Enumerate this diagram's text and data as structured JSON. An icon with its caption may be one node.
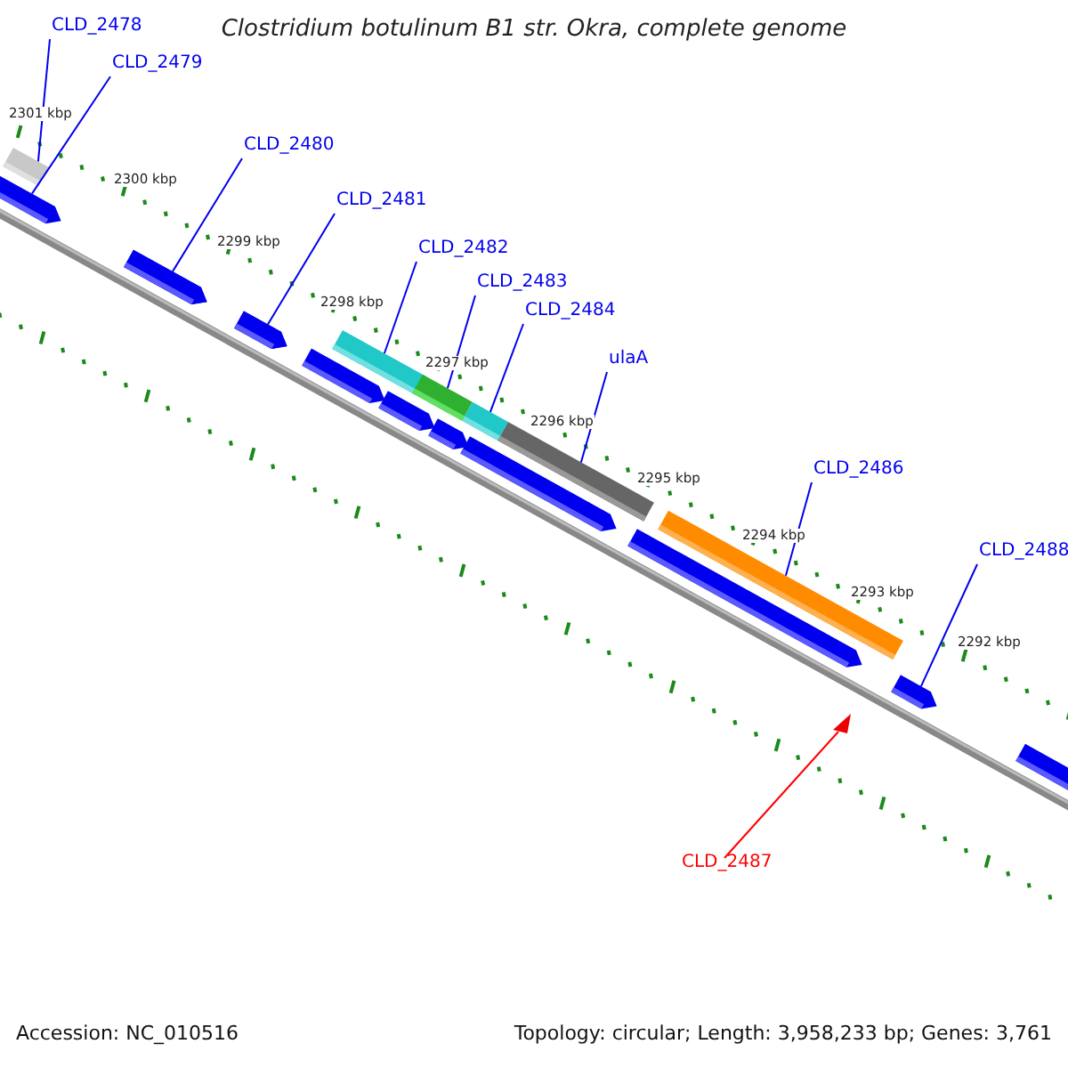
{
  "diagram": {
    "title": "Clostridium botulinum B1 str. Okra, complete genome",
    "nodes": [
      {
        "text": [
          "CLD_2478"
        ]
      },
      {
        "text": [
          "CLD_2479"
        ]
      },
      {
        "text": [
          "CLD_2480"
        ]
      },
      {
        "text": [
          "CLD_2481"
        ]
      },
      {
        "text": [
          "CLD_2482"
        ]
      },
      {
        "text": [
          "CLD_2483"
        ]
      },
      {
        "text": [
          "CLD_2484"
        ]
      },
      {
        "text": [
          "ulaA"
        ]
      },
      {
        "text": [
          "CLD_2486"
        ]
      },
      {
        "text": [
          "CLD_2488"
        ]
      },
      {
        "text": [
          "CLD_2487"
        ]
      },
      {
        "text": [],
        "shape": "bar"
      },
      {
        "text": [],
        "shape": "bar"
      },
      {
        "text": [],
        "shape": "bar"
      },
      {
        "text": [],
        "shape": "bar"
      },
      {
        "text": [],
        "shape": "bar"
      },
      {
        "text": [],
        "shape": "bar"
      },
      {
        "text": [],
        "shape": "bar"
      },
      {
        "text": [],
        "shape": "bar"
      },
      {
        "text": [],
        "shape": "bar"
      },
      {
        "text": [],
        "shape": "bar"
      },
      {
        "text": [],
        "shape": "triangle"
      },
      {
        "text": [],
        "shape": "bar"
      },
      {
        "text": [],
        "shape": "bar"
      },
      {
        "text": [],
        "shape": "bar"
      },
      {
        "text": [],
        "shape": "bar"
      },
      {
        "text": [],
        "shape": "bar"
      },
      {
        "text": [],
        "shape": "bar"
      },
      {
        "text": [],
        "shape": "bar"
      },
      {
        "text": [],
        "shape": "bar"
      }
    ],
    "edges": [
      {
        "from": 0,
        "to": 11,
        "arrow": "none"
      },
      {
        "from": 1,
        "to": 12,
        "arrow": "none"
      },
      {
        "from": 2,
        "to": 13,
        "arrow": "none"
      },
      {
        "from": 3,
        "to": 14,
        "arrow": "none"
      },
      {
        "from": 4,
        "to": 15,
        "arrow": "none"
      },
      {
        "from": 5,
        "to": 16,
        "arrow": "none"
      },
      {
        "from": 6,
        "to": 17,
        "arrow": "none"
      },
      {
        "from": 7,
        "to": 18,
        "arrow": "none"
      },
      {
        "from": 8,
        "to": 19,
        "arrow": "none"
      },
      {
        "from": 9,
        "to": 20,
        "arrow": "none"
      },
      {
        "from": 10,
        "to": 21,
        "arrow": "none",
        "color": "#ff0000"
      }
    ],
    "labels": [
      "2301 kbp",
      "2300 kbp",
      "2299 kbp",
      "2298 kbp",
      "2297 kbp",
      "2296 kbp",
      "2295 kbp",
      "2294 kbp",
      "2293 kbp",
      "2292 kbp",
      "Accession: NC_010516",
      "Topology: circular; Length: 3,958,233 bp; Genes: 3,761"
    ]
  }
}
